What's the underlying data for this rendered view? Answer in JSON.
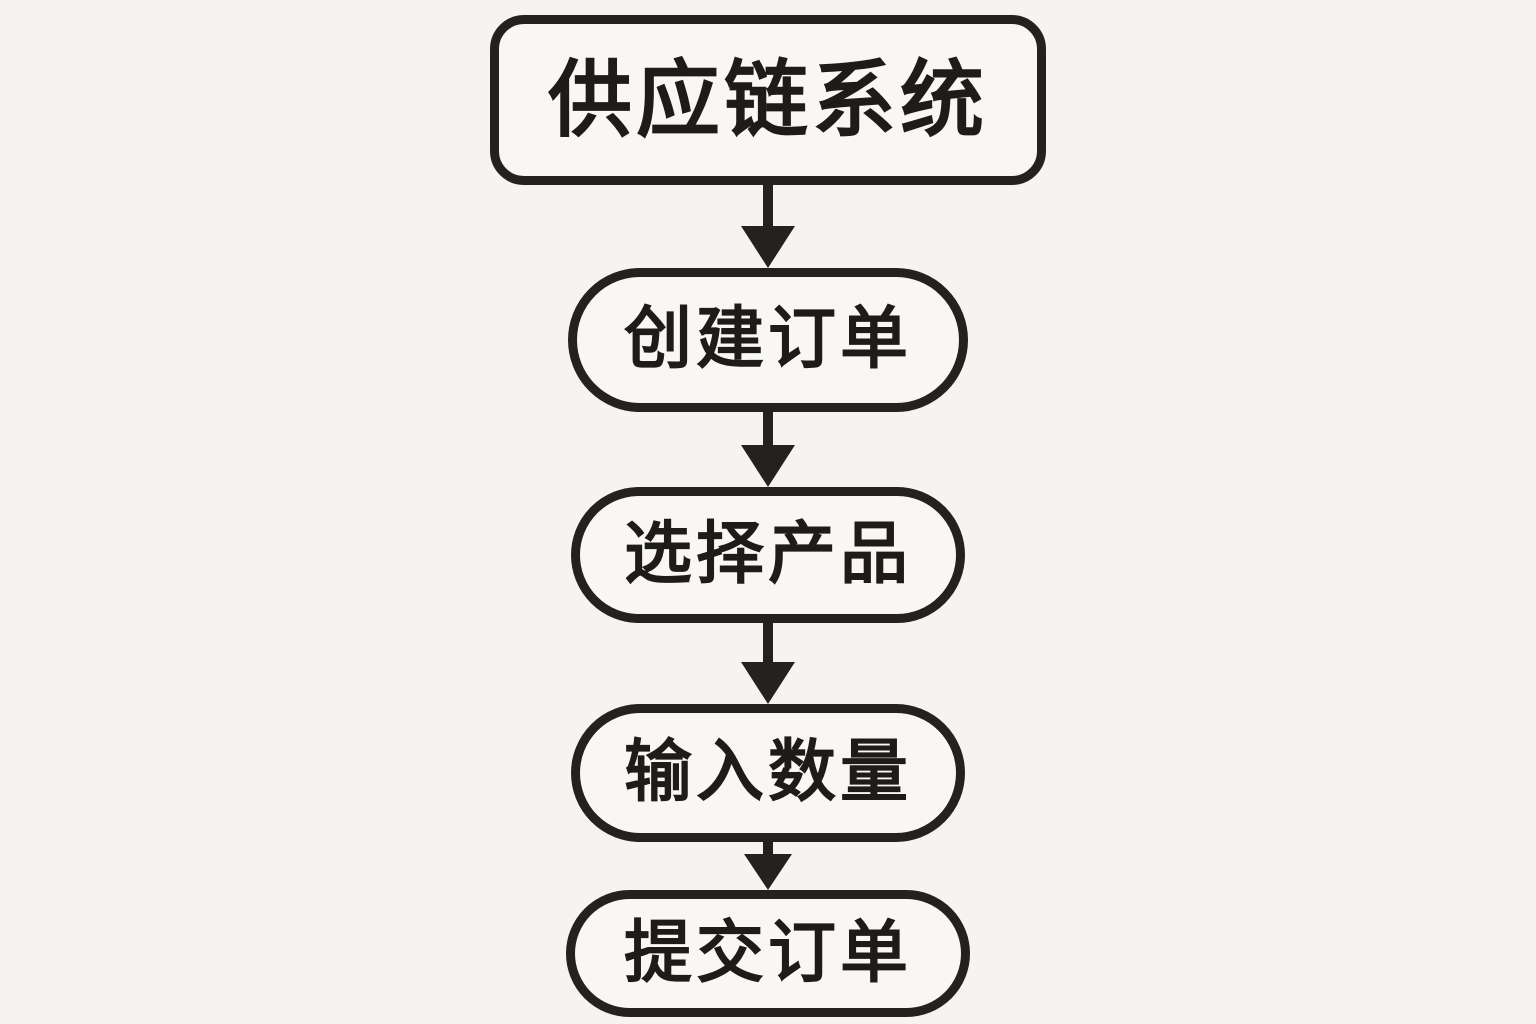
{
  "diagram": {
    "type": "flowchart",
    "direction": "top-down",
    "nodes": [
      {
        "id": "supply-chain-system",
        "label": "供应链系统",
        "shape": "rounded-rectangle"
      },
      {
        "id": "create-order",
        "label": "创建订单",
        "shape": "stadium"
      },
      {
        "id": "select-product",
        "label": "选择产品",
        "shape": "stadium"
      },
      {
        "id": "enter-quantity",
        "label": "输入数量",
        "shape": "stadium"
      },
      {
        "id": "submit-order",
        "label": "提交订单",
        "shape": "stadium"
      }
    ],
    "edges": [
      {
        "from": "supply-chain-system",
        "to": "create-order",
        "style": "arrow-down"
      },
      {
        "from": "create-order",
        "to": "select-product",
        "style": "arrow-down"
      },
      {
        "from": "select-product",
        "to": "enter-quantity",
        "style": "arrow-down"
      },
      {
        "from": "enter-quantity",
        "to": "submit-order",
        "style": "arrow-down"
      }
    ],
    "colors": {
      "background": "#f5f4f1",
      "node_fill": "#f8f7f4",
      "stroke": "#242220",
      "text": "#1e1c1a"
    }
  }
}
